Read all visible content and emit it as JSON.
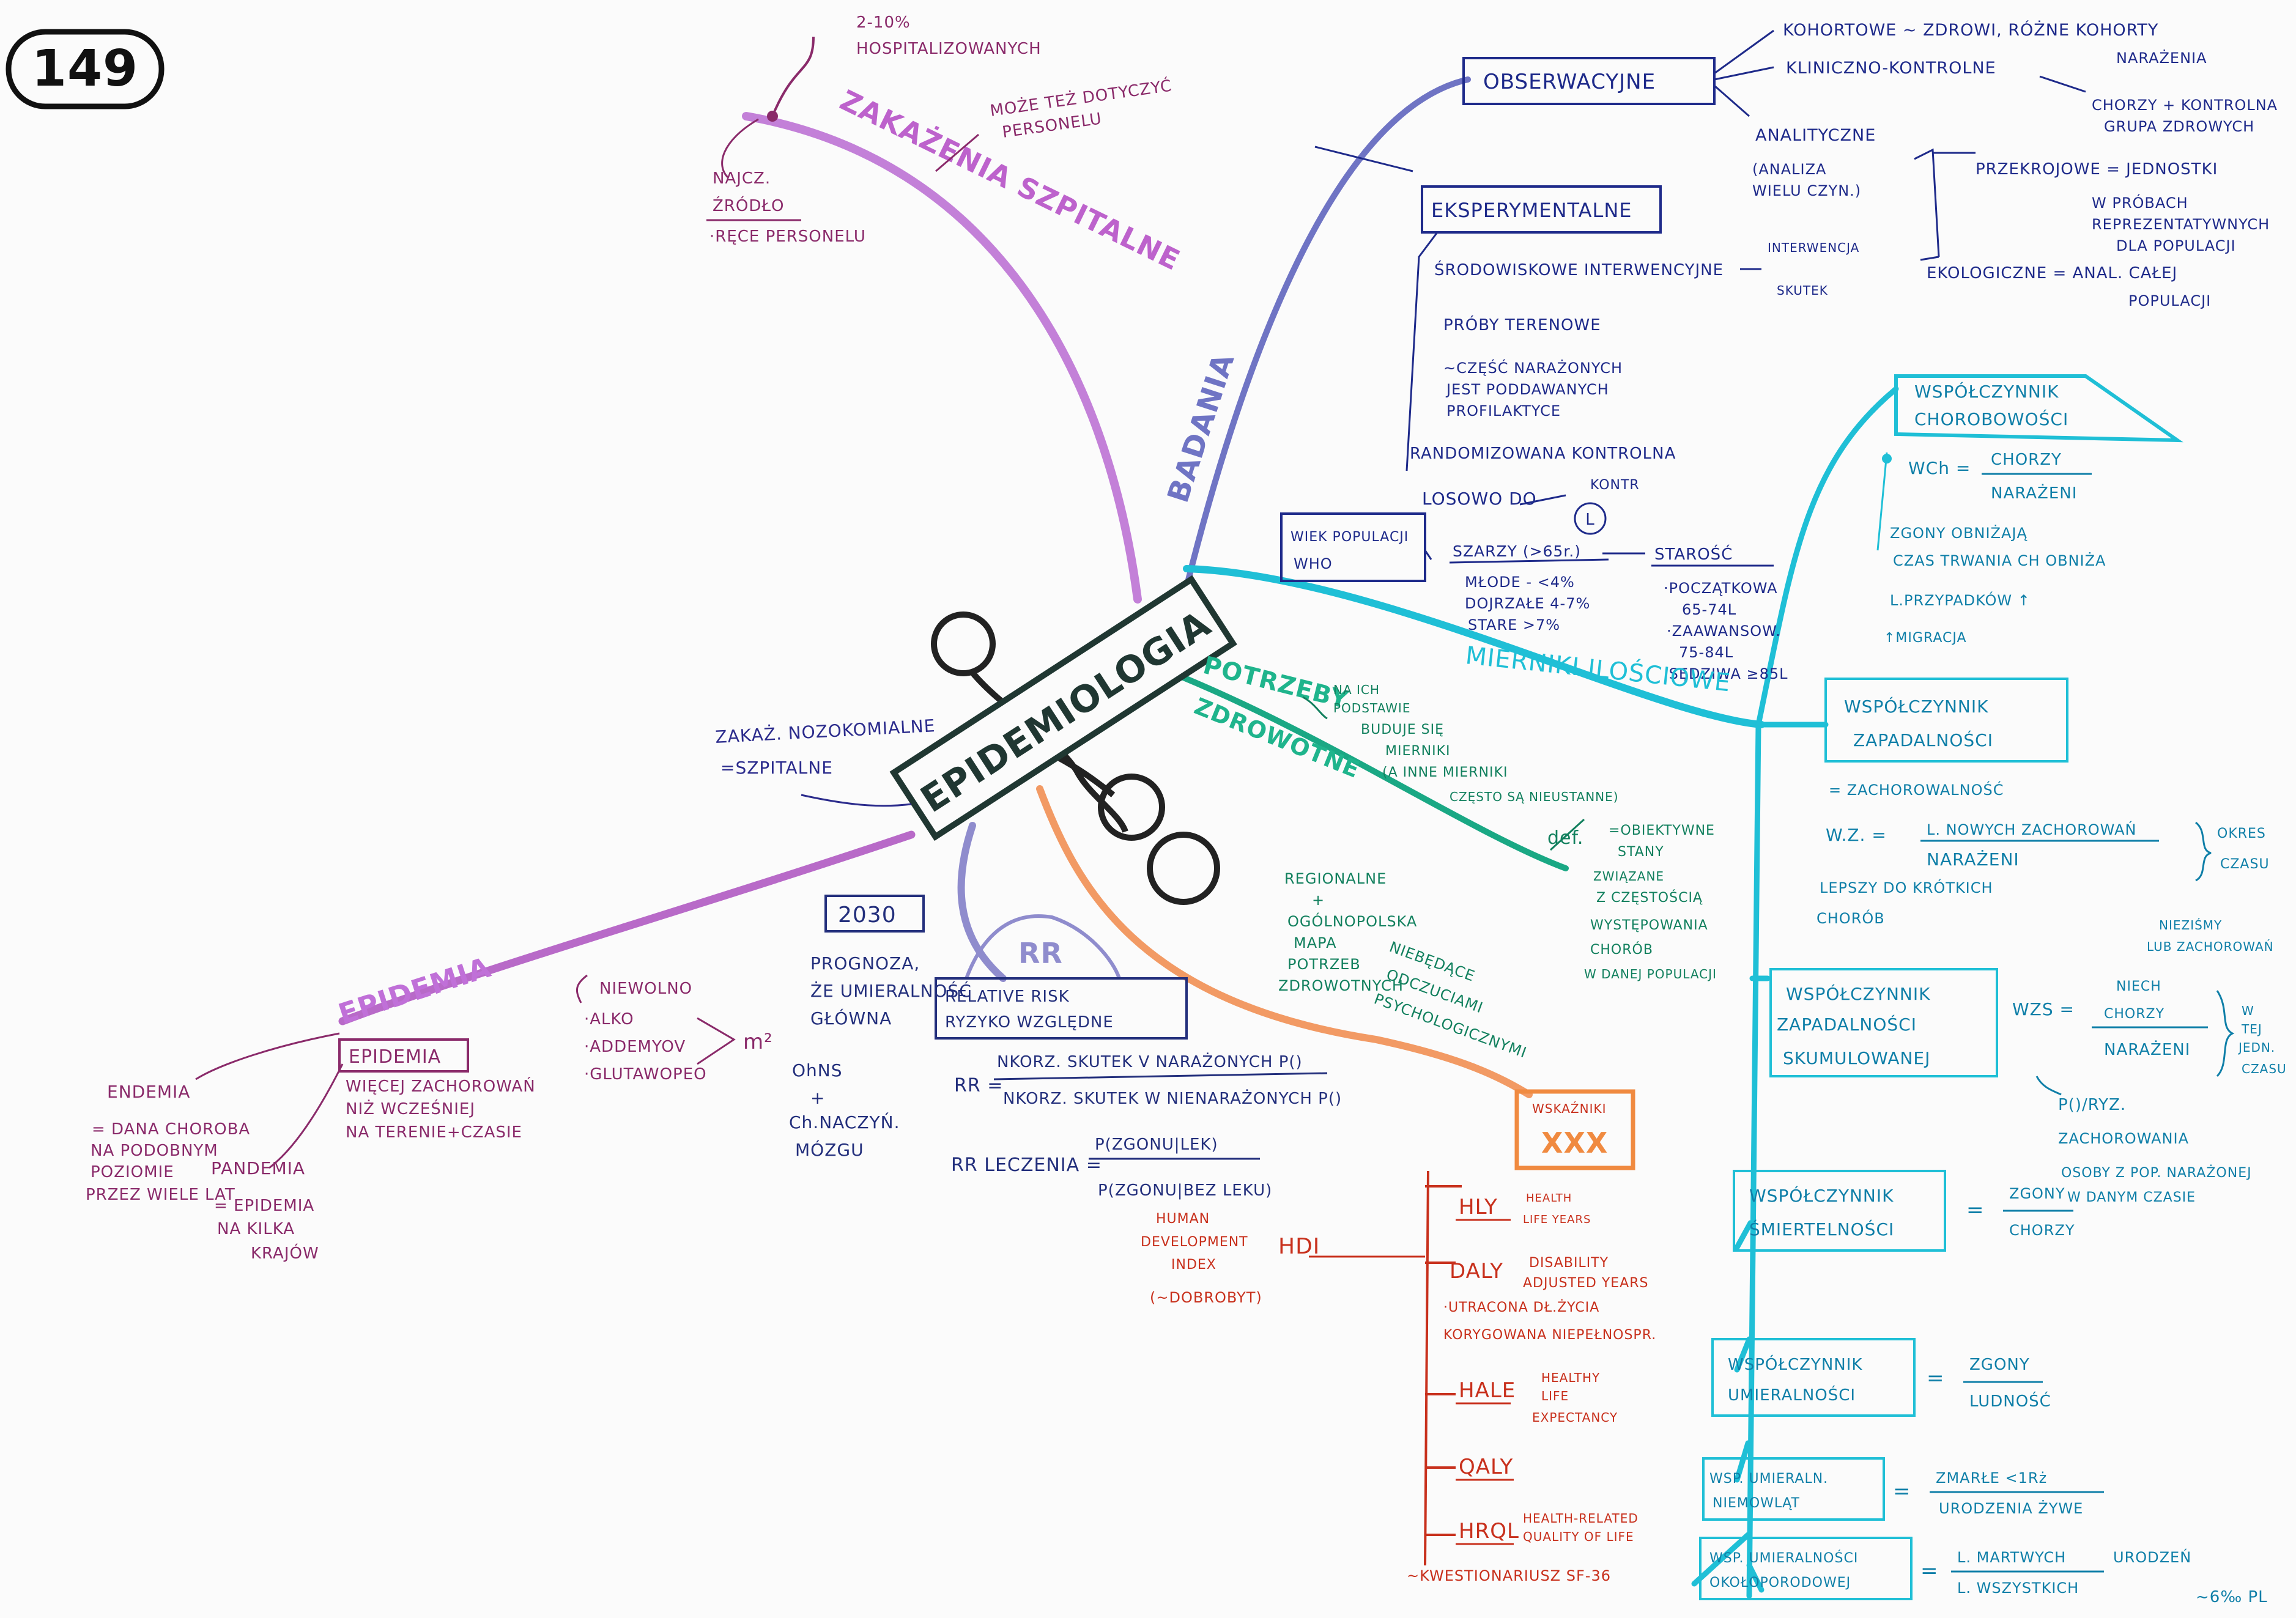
{
  "page_number": "149",
  "colors": {
    "purple": "#b46ec8",
    "violet": "#8a2a6a",
    "navy": "#2b2b8c",
    "slate": "#6f74c4",
    "cyan": "#1fbfd6",
    "teal": "#14a07a",
    "orange": "#f08a50",
    "red": "#d0301c",
    "dark": "#232f2e"
  },
  "center": {
    "label": "EPIDEMIOLOGIA"
  },
  "zakazenia": {
    "title": "ZAKAŻENIA SZPITALNE",
    "hosp": [
      "2-10%",
      "HOSPITALIZOWANYCH"
    ],
    "personel": [
      "MOŻE TEŻ DOTYCZYĆ",
      "PERSONELU"
    ],
    "zrodlo": [
      "NAJCZ.",
      "ŹRÓDŁO"
    ],
    "rece": "·RĘCE PERSONELU",
    "nozokomialne": [
      "ZAKAŻ. NOZOKOMIALNE",
      "=SZPITALNE"
    ]
  },
  "epidemia": {
    "title": "EPIDEMIA",
    "box": "EPIDEMIA",
    "def": [
      "WIĘCEJ ZACHOROWAŃ",
      "NIŻ WCZEŚNIEJ",
      "NA TERENIE+CZASIE"
    ],
    "endemia": [
      "ENDEMIA",
      "= DANA CHOROBA",
      "NA PODOBNYM",
      "POZIOMIE",
      "PRZEZ WIELE LAT"
    ],
    "pandemia": [
      "PANDEMIA",
      "= EPIDEMIA",
      "NA KILKA",
      "KRAJÓW"
    ],
    "niewolno": [
      "NIEWOLNO",
      "·ALKO",
      "·ADDEMYOV",
      "·GLUTAWOPEO"
    ],
    "m2": "m²"
  },
  "prognoza": {
    "year": "2030",
    "lines": [
      "PROGNOZA,",
      "ŻE UMIERALNOŚĆ",
      "GŁÓWNA"
    ],
    "ohns": "OhNS",
    "plus": "+",
    "chnaczyn": [
      "Ch.NACZYŃ.",
      "MÓZGU"
    ]
  },
  "rr": {
    "badge": "RR",
    "def": [
      "RELATIVE RISK",
      "RYZYKO WZGLĘDNE"
    ],
    "lhs": "RR =",
    "num": "NKORZ. SKUTEK V NARAŻONYCH P()",
    "den": "NKORZ. SKUTEK W NIENARAŻONYCH P()",
    "lek_lhs": "RR LECZENIA =",
    "lek_num": "P(ZGONU|LEK)",
    "lek_den": "P(ZGONU|BEZ LEKU)"
  },
  "badania": {
    "branch": "BADANIA",
    "obserwacyjne": "OBSERWACYJNE",
    "kohortowe": [
      "KOHORTOWE ~ ZDROWI, RÓŻNE KOHORTY",
      "NARAŻENIA"
    ],
    "kliniczno": "KLINICZNO-KONTROLNE",
    "kliniczno_note": [
      "CHORZY + KONTROLNA",
      "GRUPA ZDROWYCH"
    ],
    "analityczne": "ANALITYCZNE",
    "analiza": [
      "(ANALIZA",
      "WIELU CZYN.)"
    ],
    "przekrojowe": "PRZEKROJOWE = JEDNOSTKI",
    "przekrojowe_note": [
      "W PRÓBACH",
      "REPREZENTATYWNYCH",
      "DLA POPULACJI"
    ],
    "ekologiczne": "EKOLOGICZNE = ANAL. CAŁEJ",
    "ekologiczne_note": "POPULACJI",
    "eksperymentalne": "EKSPERYMENTALNE",
    "srodowiskowe": "ŚRODOWISKOWE INTERWENCYJNE",
    "interwencja": [
      "INTERWENCJA",
      "SKUTEK"
    ],
    "proby": "PRÓBY TERENOWE",
    "proby_note": [
      "~CZĘŚĆ NARAŻONYCH",
      "JEST PODDAWANYCH",
      "PROFILAKTYCE"
    ],
    "randomizowana": "RANDOMIZOWANA KONTROLNA",
    "losowo": "LOSOWO DO",
    "kontr": "KONTR",
    "circle": "L"
  },
  "wiek": {
    "box": [
      "WIEK POPULACJI",
      "WHO"
    ],
    "szarzy": "SZARZY (>65r.)",
    "mlode": [
      "MŁODE - <4%",
      "DOJRZAŁE 4-7%",
      "STARE >7%"
    ],
    "starosc": "STAROŚĆ",
    "starosc_items": [
      "·POCZĄTKOWA",
      "65-74L",
      "·ZAAWANSOW.",
      "75-84L",
      "·SĘDZIWA ≥85L"
    ]
  },
  "mierniki": {
    "branch": "MIERNIKI ILOŚCIOWE",
    "chorobowosci": {
      "box": [
        "WSPÓŁCZYNNIK",
        "CHOROBOWOŚCI"
      ],
      "lhs": "WCh =",
      "num": "CHORZY",
      "den": "NARAŻENI",
      "notes": [
        "ZGONY OBNIŻAJĄ",
        "CZAS TRWANIA CH OBNIŻA",
        "L.PRZYPADKÓW ↑",
        "↑MIGRACJA"
      ]
    },
    "zapadalnosci": {
      "box": [
        "WSPÓŁCZYNNIK",
        "ZAPADALNOŚCI"
      ],
      "eq": "= ZACHOROWALNOŚĆ",
      "lhs": "W.Z. =",
      "num": "L. NOWYCH ZACHOROWAŃ",
      "den": "NARAŻENI",
      "okres": [
        "OKRES",
        "CZASU"
      ],
      "lepszy": [
        "LEPSZY DO KRÓTKICH",
        "CHORÓB"
      ]
    },
    "skumulowanej": {
      "box": [
        "WSPÓŁCZYNNIK",
        "ZAPADALNOŚCI",
        "SKUMULOWANEJ"
      ],
      "lhs": "WZS =",
      "num": [
        "NIECH",
        "CHORZY"
      ],
      "den": "NARAŻENI",
      "top": [
        "NIEZIŚMY",
        "LUB ZACHOROWAŃ"
      ],
      "right": [
        "W",
        "TEJ",
        "JEDN.",
        "CZASU"
      ],
      "notes": [
        "P()/RYZ.",
        "ZACHOROWANIA",
        "OSOBY Z POP. NARAŻONEJ",
        "W DANYM CZASIE"
      ]
    },
    "smiertelnosci": {
      "box": [
        "WSPÓŁCZYNNIK",
        "ŚMIERTELNOŚCI"
      ],
      "lhs": "=",
      "num": "ZGONY",
      "den": "CHORZY"
    },
    "umieralnosci": {
      "box": [
        "WSPÓŁCZYNNIK",
        "UMIERALNOŚCI"
      ],
      "lhs": "=",
      "num": "ZGONY",
      "den": "LUDNOŚĆ"
    },
    "niemowlat": {
      "box": [
        "WSP. UMIERALN.",
        "NIEMOWLĄT"
      ],
      "lhs": "=",
      "num": "ZMARŁE <1Rż",
      "den": "URODZENIA ŻYWE"
    },
    "okoloporodowej": {
      "box": [
        "WSP. UMIERALNOŚCI",
        "OKOŁOPORODOWEJ"
      ],
      "lhs": "=",
      "num": "L. MARTWYCH",
      "den": "L. WSZYSTKICH",
      "side": "URODZEŃ",
      "value": "~6‰ PL"
    }
  },
  "potrzeby": {
    "branch": [
      "POTRZEBY",
      "ZDROWOTNE"
    ],
    "naich": [
      "NA ICH",
      "PODSTAWIE",
      "BUDUJE SIĘ",
      "MIERNIKI",
      "(A INNE MIERNIKI",
      "CZĘSTO SĄ NIEUSTANNE)"
    ],
    "regionalne": [
      "REGIONALNE",
      "+",
      "OGÓLNOPOLSKA",
      "MAPA",
      "POTRZEB",
      "ZDROWOTNYCH"
    ],
    "def_label": "def.",
    "def": [
      "=OBIEKTYWNE",
      "STANY",
      "ZWIĄZANE",
      "Z CZĘSTOŚCIĄ",
      "WYSTĘPOWANIA",
      "CHORÓB",
      "W DANEJ POPULACJI"
    ],
    "niebedace": [
      "NIEBĘDĄCE",
      "ODCZUCIAMI",
      "PSYCHOLOGICZNYMI"
    ]
  },
  "wskazniki": {
    "label": "WSKAŹNIKI",
    "xxx": "XXX",
    "hdi": "HDI",
    "hdi_note": [
      "HUMAN",
      "DEVELOPMENT",
      "INDEX",
      "(~DOBROBYT)"
    ],
    "hly": "HLY",
    "hly_note": [
      "HEALTH",
      "LIFE YEARS"
    ],
    "daly": "DALY",
    "daly_note": [
      "DISABILITY",
      "ADJUSTED YEARS"
    ],
    "daly_desc": [
      "·UTRACONA DŁ.ŻYCIA",
      "KORYGOWANA NIEPEŁNOSPR."
    ],
    "hale": "HALE",
    "hale_note": [
      "HEALTHY",
      "LIFE",
      "EXPECTANCY"
    ],
    "qaly": "QALY",
    "hrql": "HRQL",
    "hrql_note": [
      "HEALTH-RELATED",
      "QUALITY OF LIFE"
    ],
    "kwest": "~KWESTIONARIUSZ SF-36"
  }
}
